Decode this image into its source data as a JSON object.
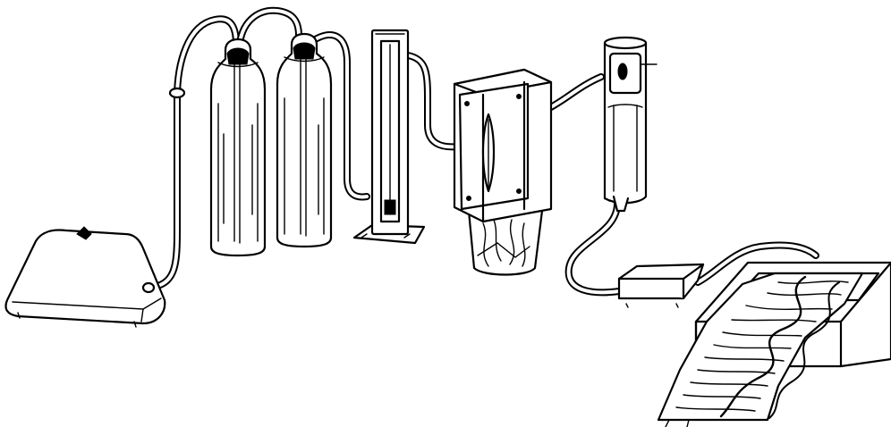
{
  "scene": {
    "description_components": [
      "air-pump",
      "wash-bottle-1",
      "wash-bottle-2",
      "flowmeter",
      "leaf-chamber",
      "gas-analyzer-cell",
      "amplifier-box",
      "chart-recorder"
    ],
    "colors": {
      "ink": "#000000",
      "paper": "#ffffff"
    }
  }
}
